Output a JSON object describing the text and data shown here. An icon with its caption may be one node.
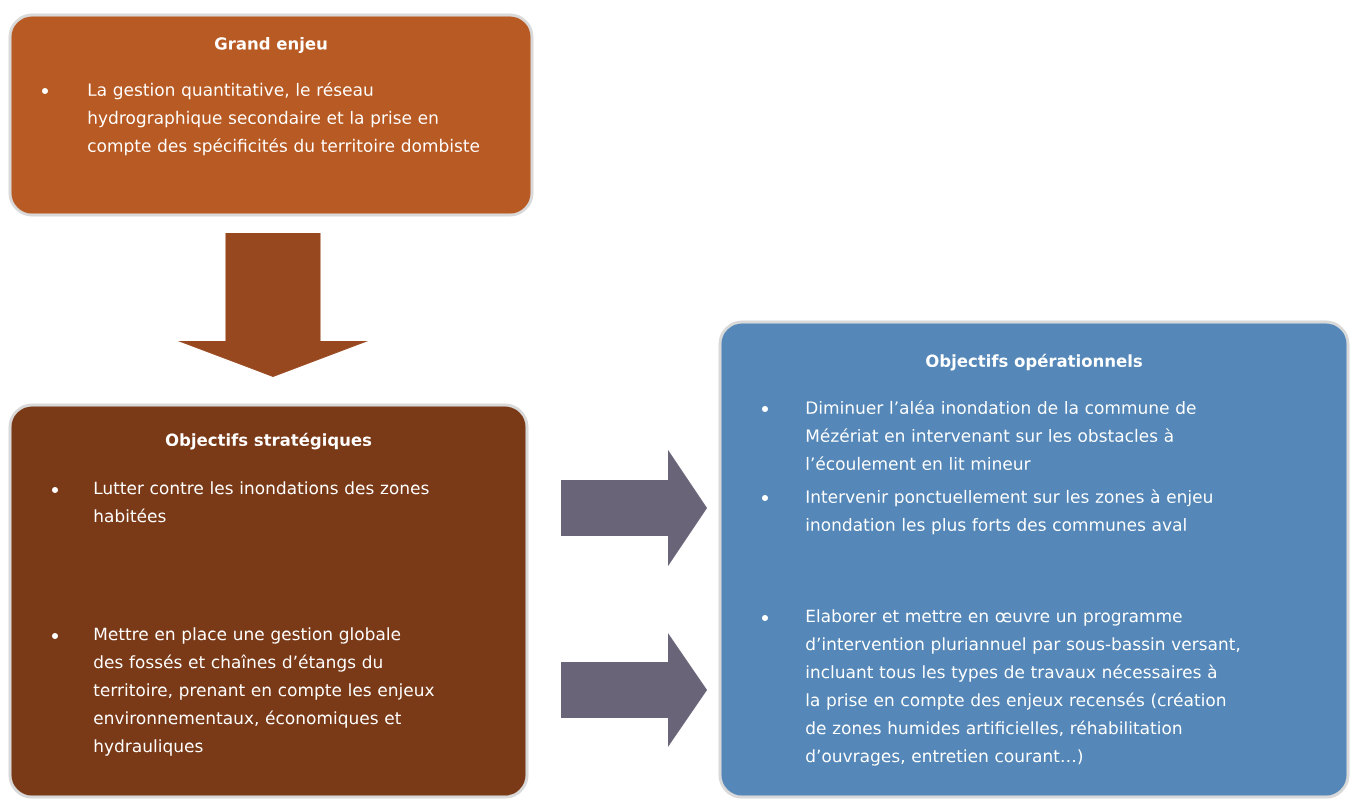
{
  "diagram": {
    "nodes": [
      {
        "text": [
          "Grand enjeu",
          "La gestion quantitative, le réseau hydrographique secondaire et la prise en compte des spécificités du territoire dombiste"
        ]
      },
      {
        "text": [
          "Objectifs stratégiques",
          "Lutter contre les inondations des zones habitées",
          "Mettre en place une gestion globale des fossés et chaînes d’étangs du territoire, prenant en compte les enjeux environnementaux, économiques et hydrauliques"
        ]
      },
      {
        "text": [
          "Objectifs opérationnels",
          "Diminuer l’aléa inondation de la commune de Mézériat en intervenant sur les obstacles à l’écoulement en lit mineur",
          "Intervenir ponctuellement sur les zones à enjeu inondation les plus forts des communes aval",
          "Elaborer et mettre en œuvre un programme d’intervention pluriannuel par sous-bassin versant, incluant tous les types de travaux nécessaires à la prise en compte des enjeux recensés (création de zones humides artificielles, réhabilitation d’ouvrages, entretien courant…)"
        ]
      }
    ],
    "edges": [
      {
        "from": 0,
        "to": 1,
        "arrow": "to"
      },
      {
        "from": 1,
        "to": 2,
        "arrow": "to"
      },
      {
        "from": 1,
        "to": 2,
        "arrow": "to"
      }
    ]
  }
}
